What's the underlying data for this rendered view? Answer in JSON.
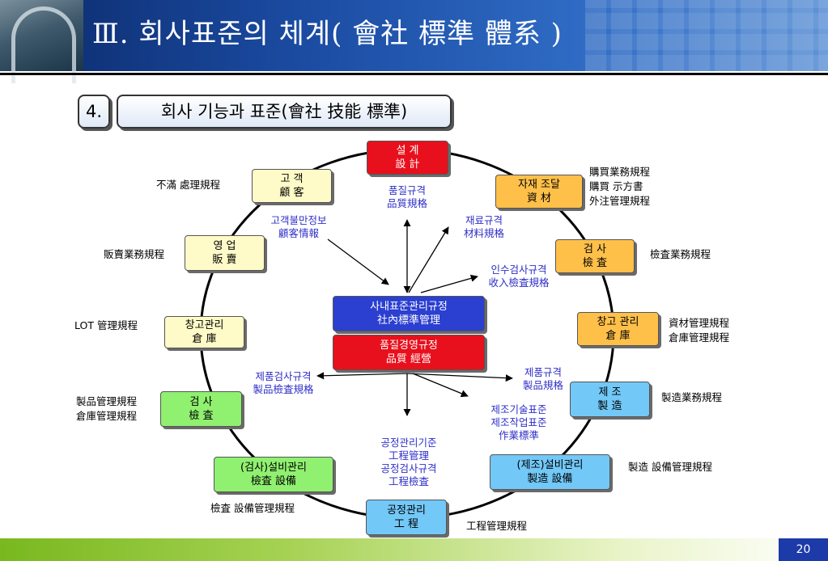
{
  "slide": {
    "title": "Ⅲ. 회사표준의 체계( 會社 標準 體系 )",
    "section_number": "4.",
    "section_title": "회사 기능과 표준(會社 技能 標準)",
    "page_number": "20"
  },
  "nodes": {
    "design": {
      "line1": "설  계",
      "line2": "設  計"
    },
    "customer": {
      "line1": "고  객",
      "line2": "顧  客"
    },
    "material": {
      "line1": "자재 조달",
      "line2": "資  材"
    },
    "sales": {
      "line1": "영  업",
      "line2": "販  賣"
    },
    "receiving_inspection": {
      "line1": "검  사",
      "line2": "檢  査"
    },
    "warehouse_left": {
      "line1": "창고관리",
      "line2": "倉  庫"
    },
    "warehouse_right": {
      "line1": "창고 관리",
      "line2": "倉  庫"
    },
    "inspection_left": {
      "line1": "검  사",
      "line2": "檢  査"
    },
    "manufacturing": {
      "line1": "제  조",
      "line2": "製  造"
    },
    "inspection_equipment": {
      "line1": "(검사)설비관리",
      "line2": "檢査 設備"
    },
    "manufacturing_equipment": {
      "line1": "(제조)설비관리",
      "line2": "製造 設備"
    },
    "process": {
      "line1": "공정관리",
      "line2": "工  程"
    },
    "center_standard": {
      "line1": "사내표준관리규정",
      "line2": "社內標準管理"
    },
    "center_quality": {
      "line1": "품질경영규정",
      "line2": "品質 經營"
    }
  },
  "outer_labels": {
    "customer": "不滿 處理規程",
    "purchase_1": "購買業務規程",
    "purchase_2": "購買  示方書",
    "purchase_3": "外注管理規程",
    "sales": "販賣業務規程",
    "receiving": "檢査業務規程",
    "lot": "LOT 管理規程",
    "warehouse_1": "資材管理規程",
    "warehouse_2": "倉庫管理規程",
    "product_1": "製品管理規程",
    "product_2": "倉庫管理規程",
    "manufacturing": "製造業務規程",
    "inspection_equipment": "檢査 設備管理規程",
    "manufacturing_equipment": "製造 設備管理規程",
    "process": "工程管理規程"
  },
  "inner_labels": {
    "quality_spec_1": "품질규격",
    "quality_spec_2": "品質規格",
    "complaint_1": "고객불만정보",
    "complaint_2": "顧客情報",
    "material_spec_1": "재료규격",
    "material_spec_2": "材料規格",
    "receiving_spec_1": "인수검사규격",
    "receiving_spec_2": "收入檢査規格",
    "product_inspection_1": "제품검사규격",
    "product_inspection_2": "製品檢査規格",
    "product_spec_1": "제품규격",
    "product_spec_2": "製品規格",
    "mfg_std_1": "제조기술표준",
    "mfg_std_2": "제조작업표준",
    "mfg_std_3": "作業標準",
    "process_std_1": "공정관리기준",
    "process_std_2": "工程管理",
    "process_std_3": "공정검사규격",
    "process_std_4": "工程檢査"
  },
  "colors": {
    "red": "#e8101c",
    "yellow": "#fffbc8",
    "orange": "#ffc04a",
    "green": "#90f070",
    "blue": "#72c8f7",
    "navy": "#2b3fd0",
    "label_blue": "#2f2fc8"
  }
}
